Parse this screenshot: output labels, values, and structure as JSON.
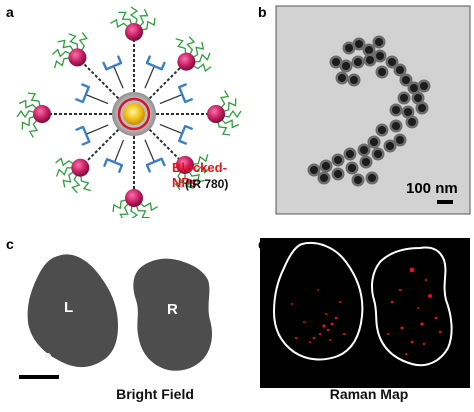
{
  "panels": {
    "a": {
      "letter": "a",
      "label_main": "Blocked-NPs",
      "label_sub": "(IR 780)",
      "label_main_color": "#e8141c",
      "colors": {
        "core": "#f2c21a",
        "shell": "#a9a9a9",
        "ring": "#d8152d",
        "sphere": "#c21e62",
        "wave": "#2f9e3c",
        "antibody": "#3c7fc4",
        "linker": "#2e2e2e"
      }
    },
    "b": {
      "letter": "b",
      "scale_text": "100 nm",
      "background": "#cfcfcf"
    },
    "c": {
      "letter": "c",
      "left_label": "L",
      "right_label": "R",
      "caption": "Bright Field",
      "tissue_color": "#4e4e4e"
    },
    "d": {
      "letter": "d",
      "caption": "Raman Map",
      "signal_color": "#e2102a",
      "outline_color": "#ffffff"
    }
  }
}
